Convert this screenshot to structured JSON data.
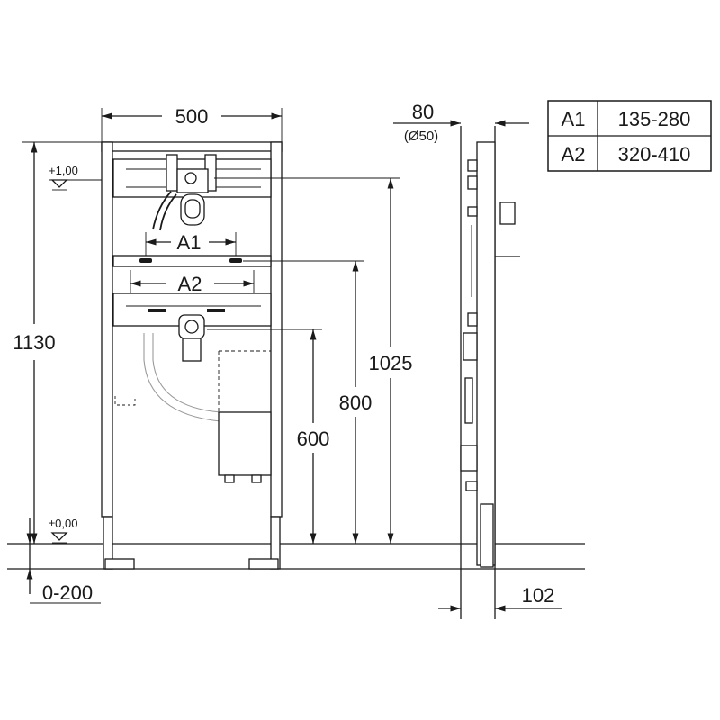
{
  "dimensions": {
    "width": "500",
    "height_total": "1130",
    "height_1025": "1025",
    "height_800": "800",
    "height_600": "600",
    "depth": "80",
    "pipe_dia": "(Ø50)",
    "depth_102": "102",
    "adjust": "0-200",
    "level_top": "+1,00",
    "level_zero": "±0,00",
    "a1": "A1",
    "a2": "A2"
  },
  "table": {
    "rows": [
      {
        "key": "A1",
        "value": "135-280"
      },
      {
        "key": "A2",
        "value": "320-410"
      }
    ]
  }
}
